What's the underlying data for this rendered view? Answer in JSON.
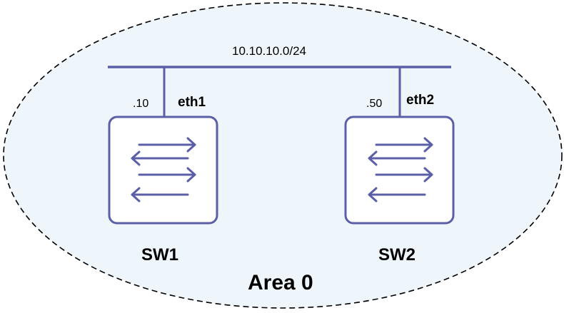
{
  "network": {
    "subnet": "10.10.10.0/24",
    "area": "Area 0"
  },
  "devices": [
    {
      "name": "SW1",
      "interface": "eth1",
      "ip_suffix": ".10"
    },
    {
      "name": "SW2",
      "interface": "eth2",
      "ip_suffix": ".50"
    }
  ],
  "colors": {
    "area_fill": "#eef6fb",
    "area_border": "#000000",
    "link": "#5b5fa8",
    "switch": "#5b5fa8",
    "switch_fill": "#ffffff",
    "text": "#000000"
  },
  "icons": {
    "switch": "switch-arrows-icon"
  }
}
